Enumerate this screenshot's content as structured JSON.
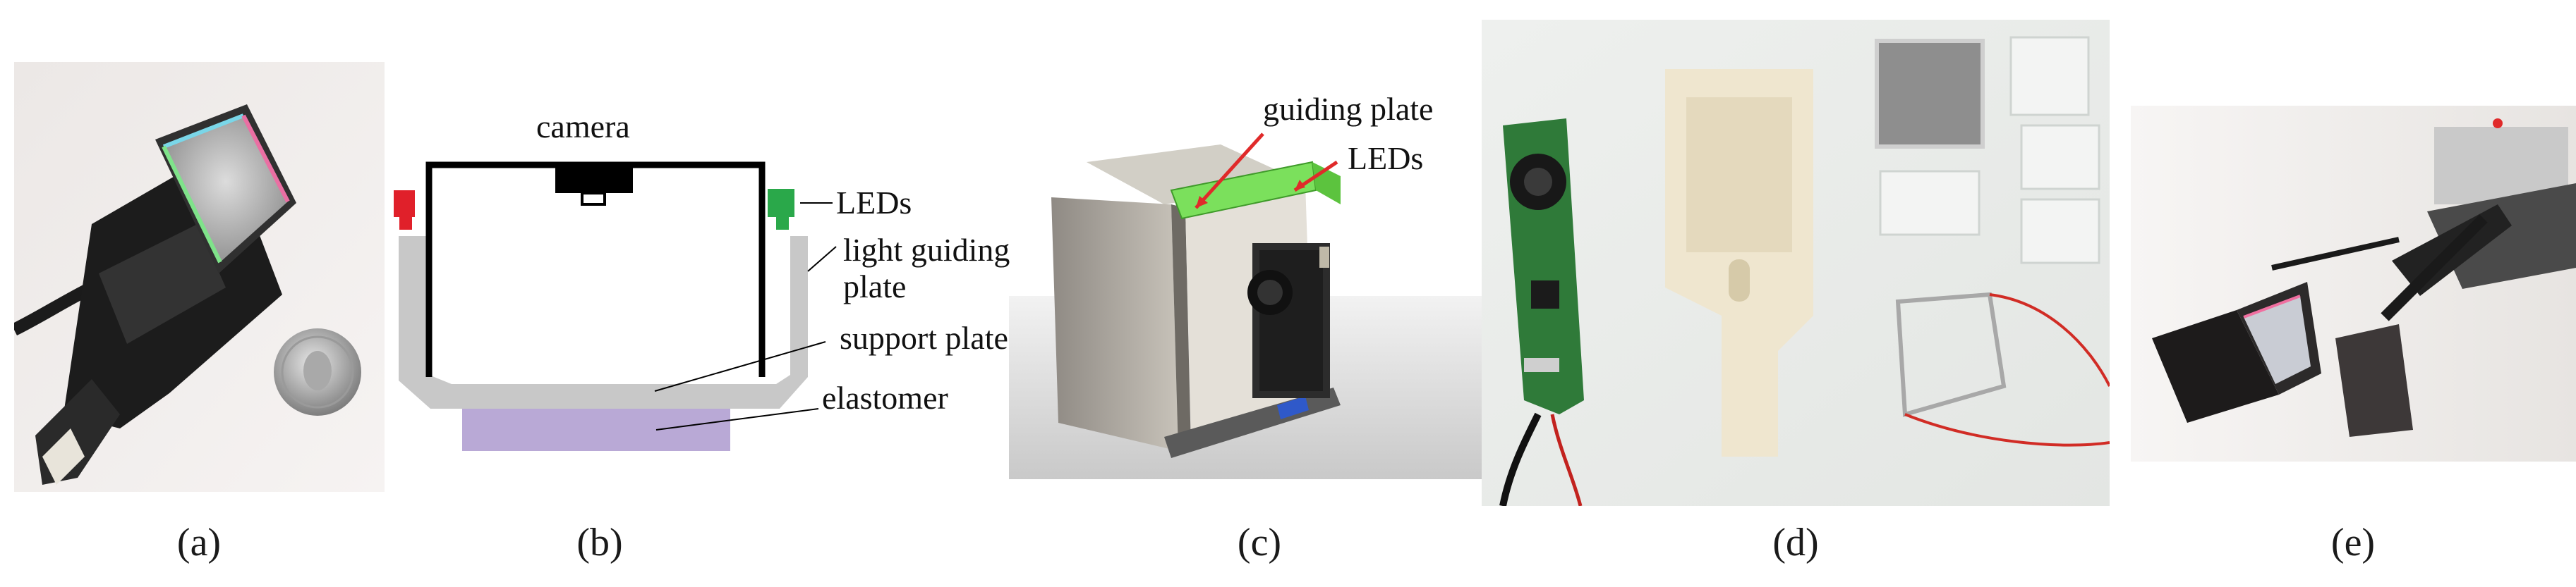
{
  "figure": {
    "panels": [
      {
        "id": "a",
        "caption": "(a)"
      },
      {
        "id": "b",
        "caption": "(b)"
      },
      {
        "id": "c",
        "caption": "(c)"
      },
      {
        "id": "d",
        "caption": "(d)"
      },
      {
        "id": "e",
        "caption": "(e)"
      }
    ],
    "diagram_b": {
      "labels": {
        "camera": "camera",
        "leds": "LEDs",
        "light_guiding_plate_1": "light guiding",
        "light_guiding_plate_2": "plate",
        "support_plate": "support plate",
        "elastomer": "elastomer"
      },
      "colors": {
        "led_left": "#e0202a",
        "led_right": "#2aa84a",
        "guide": "#c8c8c8",
        "elastomer": "#b9a9d6",
        "frame": "#000000"
      }
    },
    "render_c": {
      "labels": {
        "guiding_plate": "guiding plate",
        "leds": "LEDs"
      },
      "colors": {
        "guide_green": "#7be05c",
        "arrow": "#e02a2a"
      }
    }
  }
}
